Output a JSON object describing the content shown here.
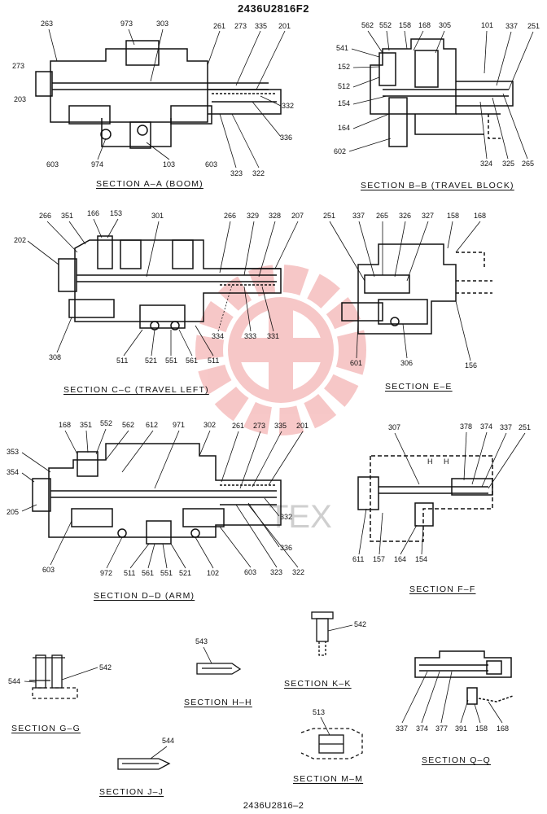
{
  "header": {
    "drawing_number": "2436U2816F2"
  },
  "footer": {
    "drawing_number": "2436U2816–2"
  },
  "watermark": {
    "text": "TEX"
  },
  "sections": {
    "aa": {
      "title": "SECTION  A–A   (BOOM)",
      "callouts": [
        "263",
        "973",
        "303",
        "261",
        "273",
        "335",
        "201",
        "273",
        "203",
        "332",
        "336",
        "323",
        "322",
        "603",
        "974",
        "103",
        "603"
      ]
    },
    "bb": {
      "title": "SECTION  B–B   (TRAVEL BLOCK)",
      "callouts": [
        "562",
        "552",
        "158",
        "168",
        "305",
        "101",
        "337",
        "251",
        "541",
        "152",
        "512",
        "154",
        "164",
        "602",
        "324",
        "325",
        "265"
      ]
    },
    "cc": {
      "title": "SECTION  C–C   (TRAVEL LEFT)",
      "callouts": [
        "266",
        "351",
        "166",
        "153",
        "301",
        "266",
        "329",
        "328",
        "207",
        "202",
        "334",
        "333",
        "331",
        "308",
        "511",
        "521",
        "551",
        "561",
        "511"
      ]
    },
    "ee": {
      "title": "SECTION  E–E",
      "callouts": [
        "251",
        "337",
        "265",
        "326",
        "327",
        "158",
        "168",
        "601",
        "306",
        "156"
      ]
    },
    "dd": {
      "title": "SECTION  D–D   (ARM)",
      "callouts": [
        "168",
        "351",
        "552",
        "562",
        "612",
        "971",
        "302",
        "261",
        "273",
        "335",
        "201",
        "353",
        "354",
        "205",
        "332",
        "336",
        "603",
        "972",
        "511",
        "561",
        "551",
        "521",
        "102",
        "603",
        "323",
        "322"
      ]
    },
    "ff": {
      "title": "SECTION  F–F",
      "callouts": [
        "307",
        "378",
        "374",
        "337",
        "251",
        "611",
        "157",
        "164",
        "154"
      ]
    },
    "gg": {
      "title": "SECTION  G–G",
      "callouts": [
        "544",
        "542"
      ]
    },
    "hh": {
      "title": "SECTION  H–H",
      "callouts": [
        "543"
      ]
    },
    "kk": {
      "title": "SECTION  K–K",
      "callouts": [
        "542"
      ]
    },
    "qq": {
      "title": "SECTION  Q–Q",
      "callouts": [
        "337",
        "374",
        "377",
        "391",
        "158",
        "168"
      ]
    },
    "mm": {
      "title": "SECTION  M–M",
      "callouts": [
        "513"
      ]
    },
    "jj": {
      "title": "SECTION  J–J",
      "callouts": [
        "544"
      ]
    }
  }
}
